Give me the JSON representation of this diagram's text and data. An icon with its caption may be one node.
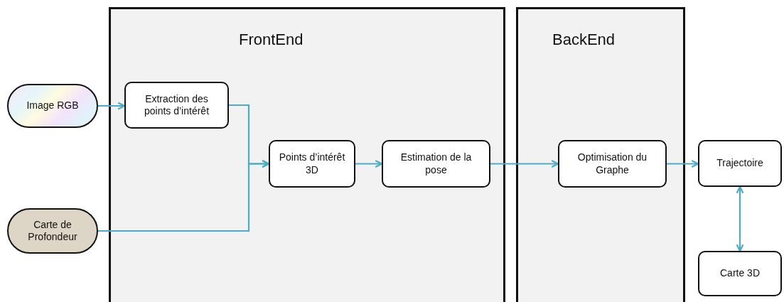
{
  "diagram": {
    "nodes": [
      {
        "text": [
          "FrontEnd"
        ]
      },
      {
        "text": [
          "BackEnd"
        ]
      },
      {
        "text": [
          "Image RGB"
        ]
      },
      {
        "text": [
          "Extraction des points d’intérêt"
        ],
        "in": 0
      },
      {
        "text": [
          "Carte de Profondeur"
        ]
      },
      {
        "text": [
          "Points d’intérêt 3D"
        ],
        "in": 0
      },
      {
        "text": [
          "Estimation de la pose"
        ],
        "in": 0
      },
      {
        "text": [
          "Optimisation du Graphe"
        ],
        "in": 1
      },
      {
        "text": [
          "Trajectoire"
        ]
      },
      {
        "text": [
          "Carte 3D"
        ]
      }
    ],
    "edges": [
      {
        "from": 2,
        "to": 3,
        "arrow": "to"
      },
      {
        "from": 3,
        "to": 5,
        "arrow": "to"
      },
      {
        "from": 4,
        "to": 5,
        "arrow": "to"
      },
      {
        "from": 5,
        "to": 6,
        "arrow": "to"
      },
      {
        "from": 6,
        "to": 7,
        "arrow": "to"
      },
      {
        "from": 7,
        "to": 8,
        "arrow": "to"
      },
      {
        "from": 8,
        "to": 9,
        "arrow": "both"
      }
    ]
  }
}
